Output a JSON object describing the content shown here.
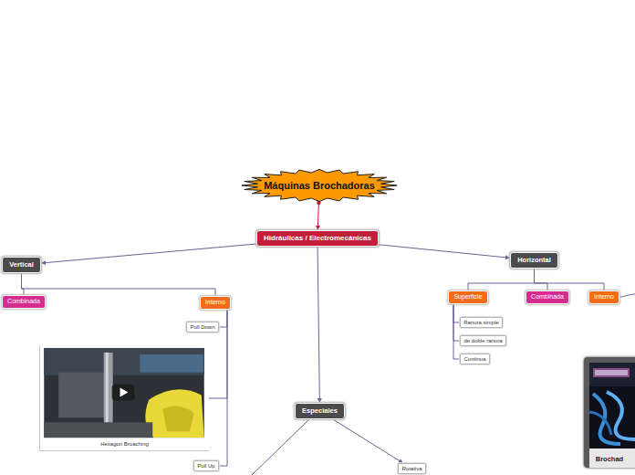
{
  "diagram": {
    "nodes": [
      {
        "text": [
          "Máquinas Brochadoras"
        ]
      },
      {
        "text": [
          "Hidráulicas / Electromecánicas"
        ]
      },
      {
        "text": [
          "Vertical"
        ]
      },
      {
        "text": [
          "Combinada"
        ]
      },
      {
        "text": [
          "Interno"
        ]
      },
      {
        "text": [
          "Pull Down"
        ]
      },
      {
        "text": [
          "Hexagon Broaching"
        ]
      },
      {
        "text": [
          "Pull Up"
        ]
      },
      {
        "text": [
          "Horizontal"
        ]
      },
      {
        "text": [
          "Superficie"
        ]
      },
      {
        "text": [
          "Combinada"
        ]
      },
      {
        "text": [
          "Interno"
        ]
      },
      {
        "text": [
          "Ranura simple"
        ]
      },
      {
        "text": [
          "de doble ranura"
        ]
      },
      {
        "text": [
          "Continua"
        ]
      },
      {
        "text": [
          "Especiales"
        ]
      },
      {
        "text": [
          "Rotativa"
        ]
      },
      {
        "text": [
          "Brochad"
        ]
      }
    ],
    "edges": [
      {
        "from": 0,
        "to": 1,
        "arrow": "to"
      },
      {
        "from": 1,
        "to": 2,
        "arrow": "to"
      },
      {
        "from": 1,
        "to": 8,
        "arrow": "to"
      },
      {
        "from": 1,
        "to": 15,
        "arrow": "to"
      },
      {
        "from": 2,
        "to": 3,
        "arrow": "none"
      },
      {
        "from": 2,
        "to": 4,
        "arrow": "none"
      },
      {
        "from": 4,
        "to": 5,
        "arrow": "none"
      },
      {
        "from": 4,
        "to": 6,
        "arrow": "none"
      },
      {
        "from": 4,
        "to": 7,
        "arrow": "none"
      },
      {
        "from": 8,
        "to": 9,
        "arrow": "none"
      },
      {
        "from": 8,
        "to": 10,
        "arrow": "none"
      },
      {
        "from": 8,
        "to": 11,
        "arrow": "none"
      },
      {
        "from": 9,
        "to": 12,
        "arrow": "none"
      },
      {
        "from": 9,
        "to": 13,
        "arrow": "none"
      },
      {
        "from": 9,
        "to": 14,
        "arrow": "none"
      },
      {
        "from": 15,
        "to": 16,
        "arrow": "to"
      }
    ]
  }
}
